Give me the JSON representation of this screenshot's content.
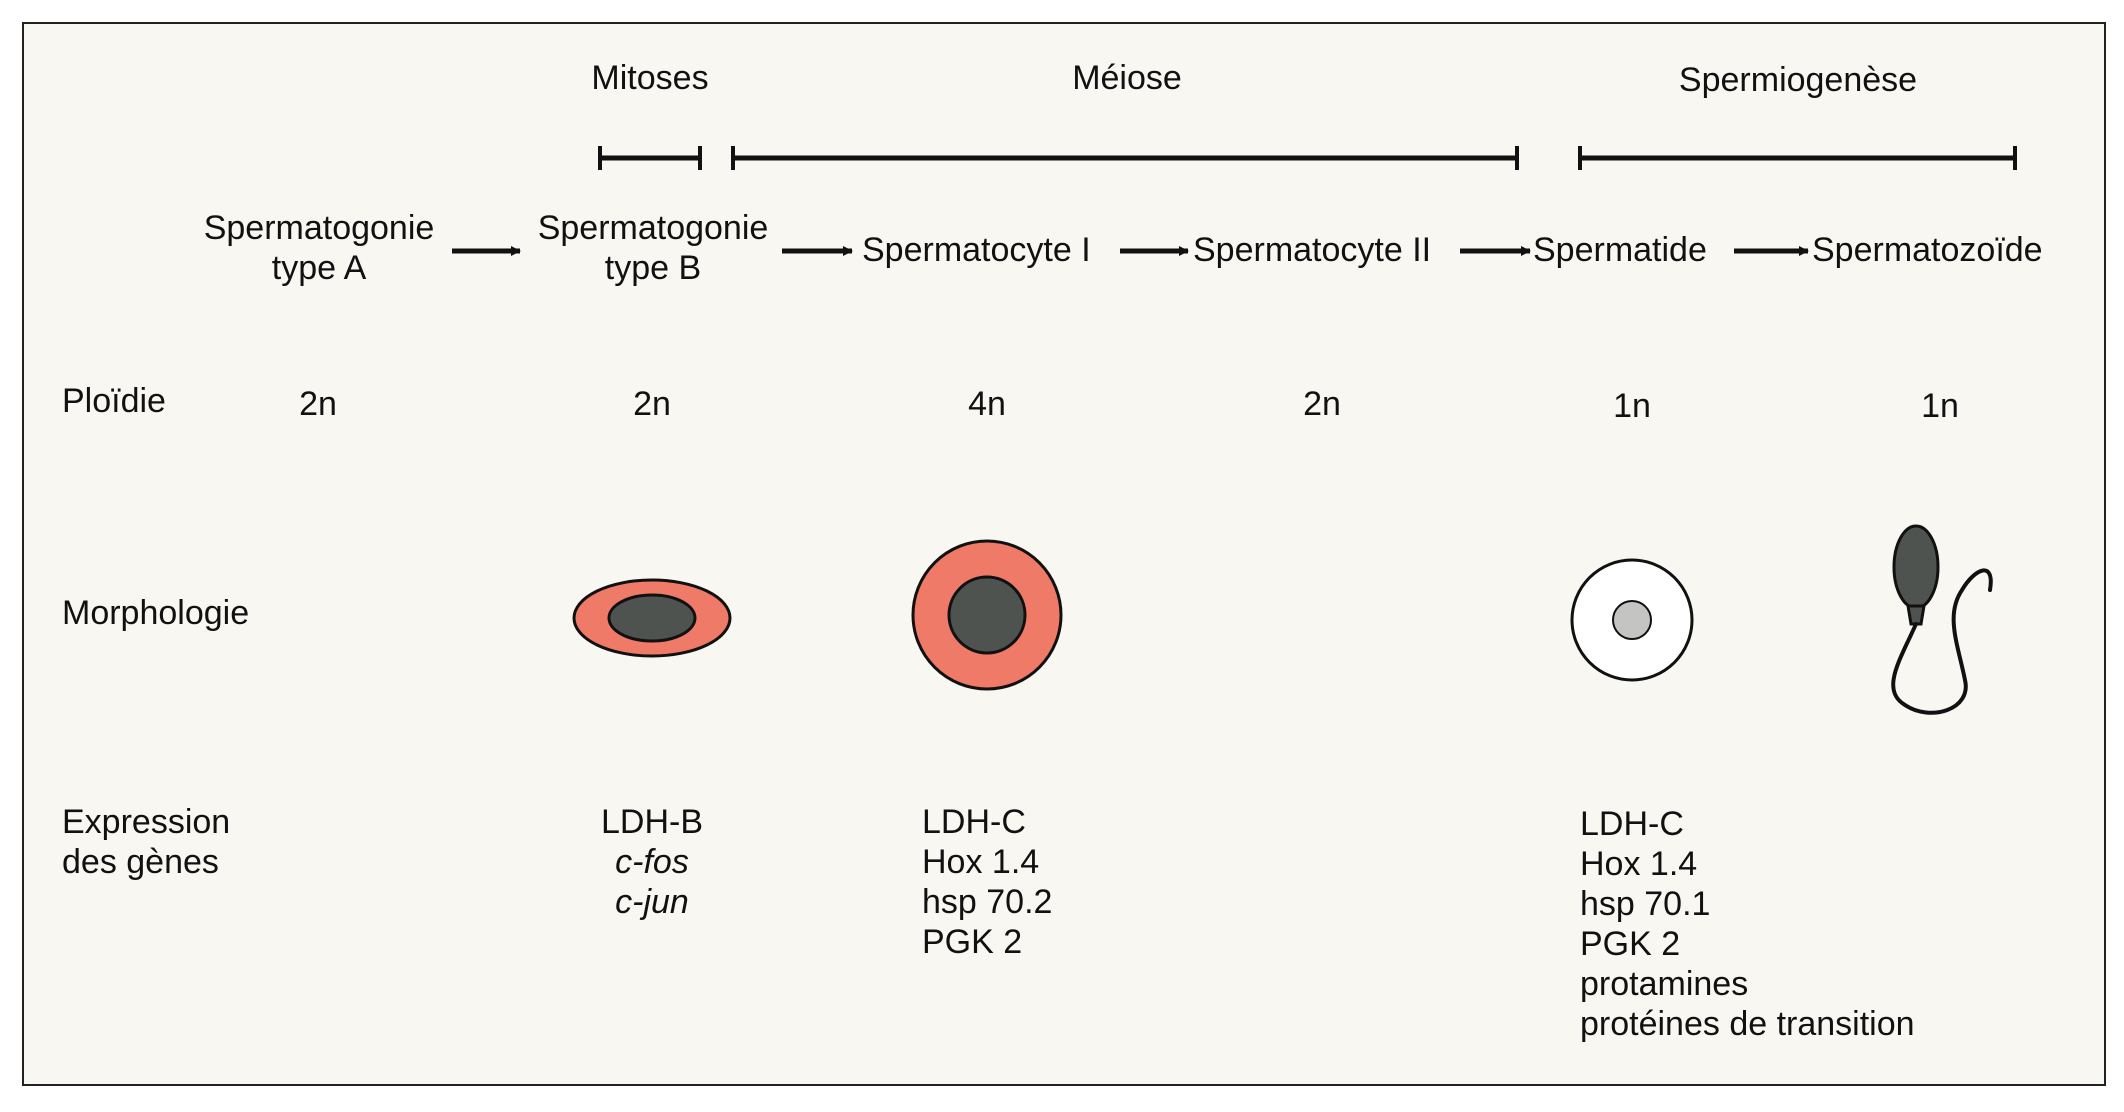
{
  "phases": {
    "mitoses": "Mitoses",
    "meiose": "Méiose",
    "spermiogenese": "Spermiogenèse"
  },
  "stages": {
    "sg_a_line1": "Spermatogonie",
    "sg_a_line2": "type A",
    "sg_b_line1": "Spermatogonie",
    "sg_b_line2": "type B",
    "spermatocyte_1": "Spermatocyte I",
    "spermatocyte_2": "Spermatocyte II",
    "spermatide": "Spermatide",
    "spermatozoide": "Spermatozoïde"
  },
  "rows": {
    "ploidie": "Ploïdie",
    "morphologie": "Morphologie",
    "expression_line1": "Expression",
    "expression_line2": "des gènes"
  },
  "ploidy": [
    "2n",
    "2n",
    "4n",
    "2n",
    "1n",
    "1n"
  ],
  "expression": {
    "sg_b": [
      "LDH-B",
      "c-fos",
      "c-jun"
    ],
    "spermatocyte_1": [
      "LDH-C",
      "Hox 1.4",
      "hsp 70.2",
      "PGK 2"
    ],
    "spermatide": [
      "LDH-C",
      "Hox 1.4",
      "hsp 70.1",
      "PGK 2",
      "protamines",
      "protéines de transition"
    ]
  },
  "colors": {
    "cytoplasm": "#f07a68",
    "nucleus": "#4f5350",
    "spermatid_nucleus": "#c4c4c2",
    "line": "#111111",
    "background": "#f9f7f2"
  }
}
